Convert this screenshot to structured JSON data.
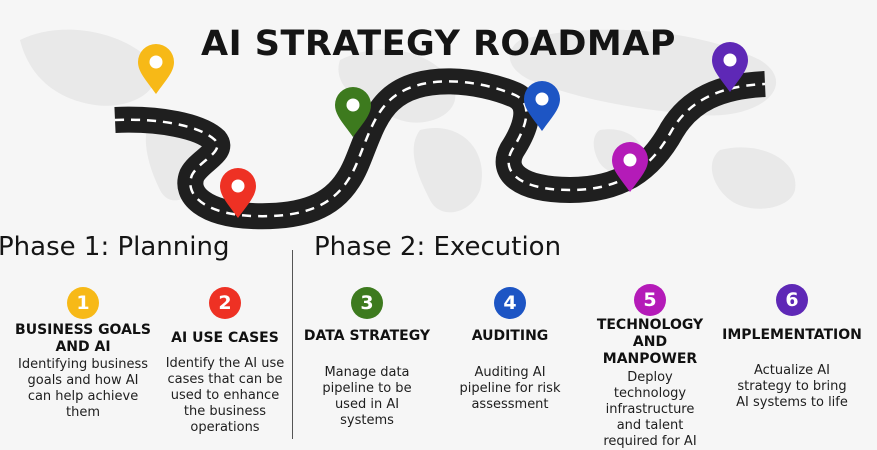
{
  "title": "AI STRATEGY ROADMAP",
  "phases": [
    {
      "label": "Phase 1: Planning"
    },
    {
      "label": "Phase 2: Execution"
    }
  ],
  "steps": [
    {
      "number": "1",
      "heading": "BUSINESS GOALS AND AI",
      "description": "Identifying business goals and how AI can help achieve them",
      "color": "#f7b917"
    },
    {
      "number": "2",
      "heading": "AI  USE CASES",
      "description": "Identify the AI use cases that can be used to enhance the business operations",
      "color": "#ee3124"
    },
    {
      "number": "3",
      "heading": "DATA STRATEGY",
      "description": "Manage data pipeline to be used in AI systems",
      "color": "#3d7a1e"
    },
    {
      "number": "4",
      "heading": "AUDITING",
      "description": "Auditing AI pipeline for risk assessment",
      "color": "#1d55c4"
    },
    {
      "number": "5",
      "heading": "TECHNOLOGY AND MANPOWER",
      "description": "Deploy technology infrastructure and talent required for AI",
      "color": "#b41bb8"
    },
    {
      "number": "6",
      "heading": "IMPLEMENTATION",
      "description": "Actualize AI strategy to bring AI systems to life",
      "color": "#5e28b6"
    }
  ]
}
